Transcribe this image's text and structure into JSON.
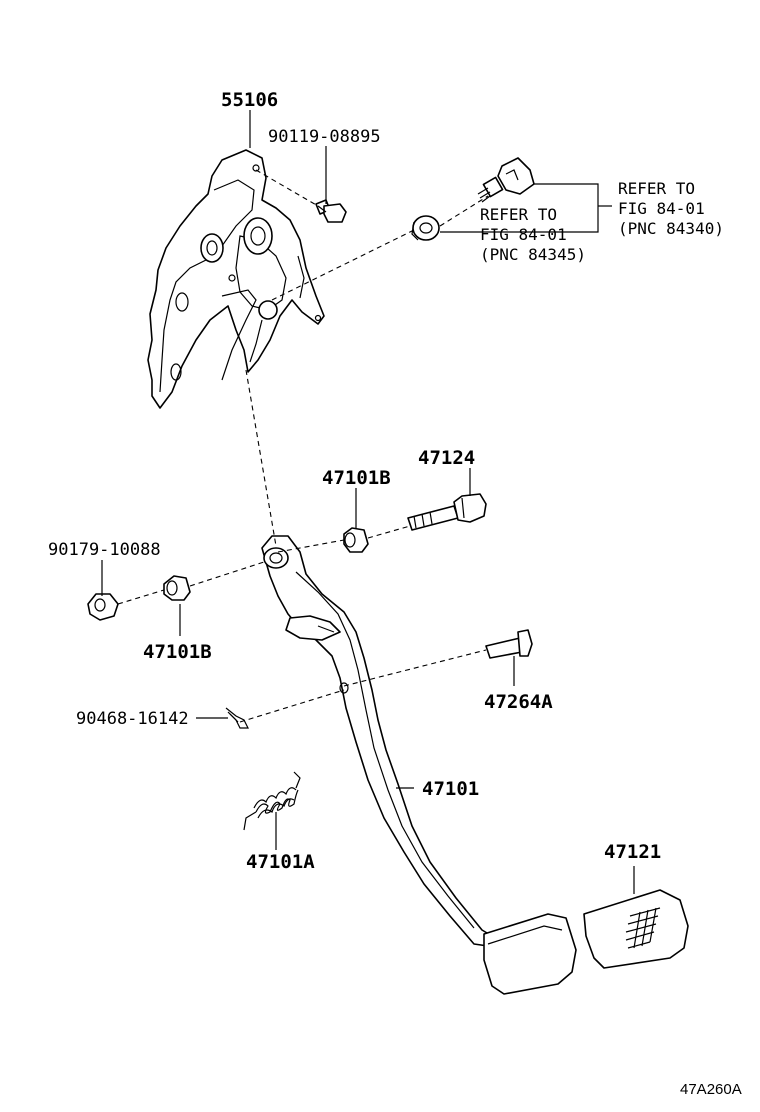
{
  "labels": {
    "bracket": "55106",
    "bolt_upper": "90119-08895",
    "refer_right": [
      "REFER TO",
      "FIG 84-01",
      "(PNC 84340)"
    ],
    "refer_left": [
      "REFER TO",
      "FIG 84-01",
      "(PNC 84345)"
    ],
    "bushing_upper": "47101B",
    "pivot_bolt": "47124",
    "nut": "90179-10088",
    "bushing_lower": "47101B",
    "pin": "47264A",
    "clip": "90468-16142",
    "pedal_arm": "47101",
    "spring": "47101A",
    "pedal_pad": "47121"
  },
  "figure_code": "47A260A"
}
